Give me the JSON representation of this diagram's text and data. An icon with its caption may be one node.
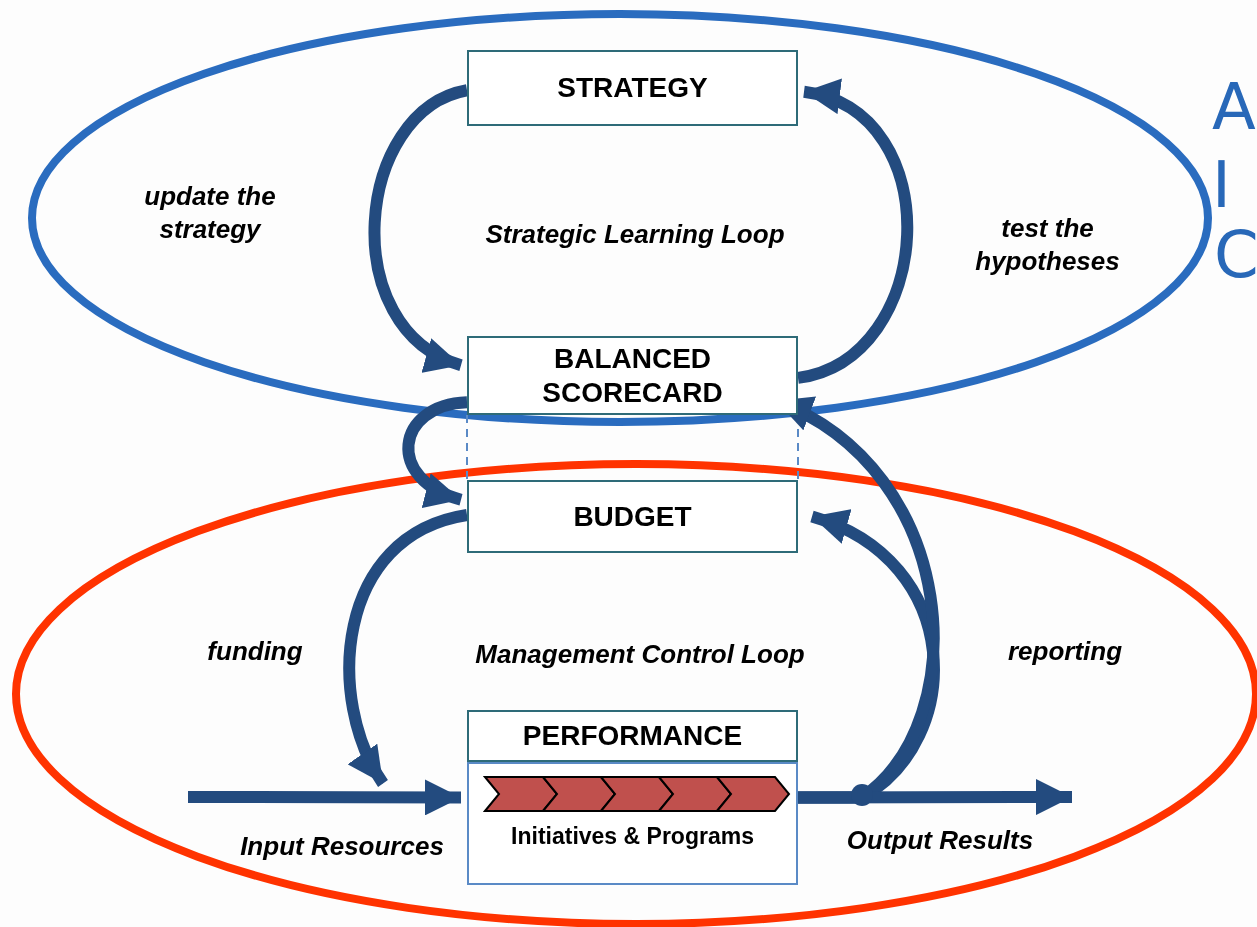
{
  "diagram": {
    "nodes": [
      {
        "text": [
          "STRATEGY"
        ]
      },
      {
        "text": [
          "BALANCED SCORECARD"
        ]
      },
      {
        "text": [
          "BUDGET"
        ]
      },
      {
        "text": [
          "PERFORMANCE",
          "Initiatives & Programs"
        ]
      }
    ],
    "edges": [
      {
        "from": 0,
        "to": 1,
        "arrow": "to",
        "label": "update the strategy"
      },
      {
        "from": 1,
        "to": 0,
        "arrow": "to",
        "label": "test the hypotheses"
      },
      {
        "from": 1,
        "to": 2,
        "arrow": "to"
      },
      {
        "from": 1,
        "to": 2,
        "arrow": "none",
        "style": "dashed",
        "color": "#5a8ac6"
      },
      {
        "from": 1,
        "to": 2,
        "arrow": "none",
        "style": "dashed",
        "color": "#5a8ac6"
      },
      {
        "from": 2,
        "to": 3,
        "arrow": "to",
        "label": "funding"
      },
      {
        "from": 3,
        "to": 2,
        "arrow": "to",
        "label": "reporting"
      },
      {
        "from": 3,
        "to": 1,
        "arrow": "to"
      },
      {
        "from": null,
        "to": 3,
        "arrow": "to",
        "label": "Input Resources"
      },
      {
        "from": 3,
        "to": null,
        "arrow": "to",
        "label": "Output Results"
      }
    ],
    "labels": [
      "Strategic Learning Loop",
      "Management Control Loop",
      "A",
      "I",
      "C"
    ]
  }
}
